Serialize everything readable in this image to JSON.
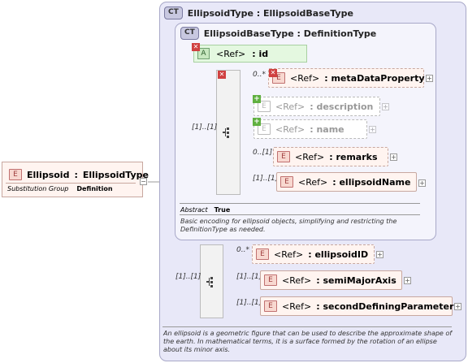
{
  "root": {
    "badge": "E",
    "name": "Ellipsoid",
    "type_sep": ":",
    "type": "EllipsoidType",
    "subst_label": "Substitution Group",
    "subst_value": "Definition",
    "collapse": "−"
  },
  "outer_type": {
    "badge": "CT",
    "title": "EllipsoidType : EllipsoidBaseType",
    "description": "An ellipsoid is a geometric figure that can be used to describe the approximate shape of the earth. In mathematical terms, it is a surface formed by the rotation of an ellipse about its minor axis."
  },
  "inner_type": {
    "badge": "CT",
    "title": "EllipsoidBaseType : DefinitionType",
    "abstract_label": "Abstract",
    "abstract_value": "True",
    "description": "Basic encoding for ellipsoid objects, simplifying and restricting the DefinitionType as needed."
  },
  "attribute": {
    "badge": "A",
    "ref": "<Ref>",
    "name": ": id"
  },
  "inner_seq_card": "[1]..[1]",
  "outer_seq_card": "[1]..[1]",
  "inner_elements": [
    {
      "card": "0..*",
      "badge": "E",
      "ref": "<Ref>",
      "name": ": metaDataProperty",
      "plus": "+"
    },
    {
      "card": "",
      "badge": "E",
      "ref": "<Ref>",
      "name": ": description",
      "plus": "+"
    },
    {
      "card": "",
      "badge": "E",
      "ref": "<Ref>",
      "name": ": name",
      "plus": "+"
    },
    {
      "card": "0..[1]",
      "badge": "E",
      "ref": "<Ref>",
      "name": ": remarks",
      "plus": "+"
    },
    {
      "card": "[1]..[1]",
      "badge": "E",
      "ref": "<Ref>",
      "name": ": ellipsoidName",
      "plus": "+"
    }
  ],
  "outer_elements": [
    {
      "card": "0..*",
      "badge": "E",
      "ref": "<Ref>",
      "name": ": ellipsoidID",
      "plus": "+"
    },
    {
      "card": "[1]..[1]",
      "badge": "E",
      "ref": "<Ref>",
      "name": ": semiMajorAxis",
      "plus": "+"
    },
    {
      "card": "[1]..[1]",
      "badge": "E",
      "ref": "<Ref>",
      "name": ": secondDefiningParameter",
      "plus": "+"
    }
  ]
}
